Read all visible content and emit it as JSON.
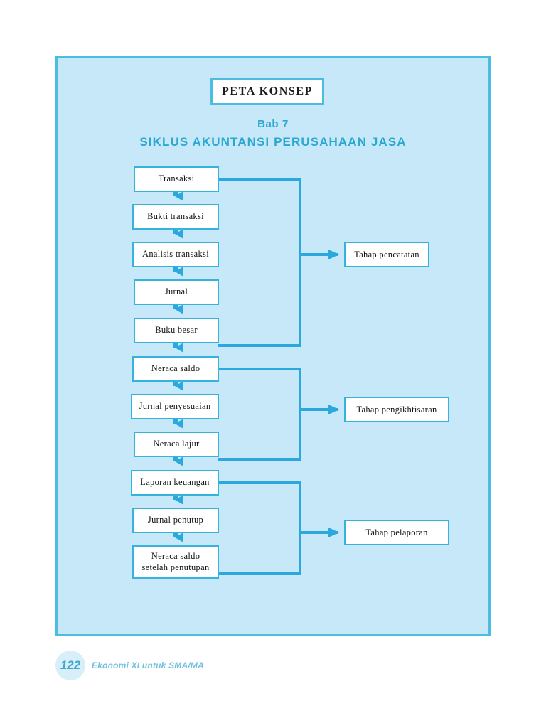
{
  "document": {
    "header_badge": "PETA KONSEP",
    "chapter_label": "Bab 7",
    "chapter_title": "SIKLUS AKUNTANSI PERUSAHAAN JASA"
  },
  "colors": {
    "panel_fill": "#c6e8f8",
    "panel_border": "#4cbde0",
    "accent_text": "#2ba8cf",
    "node_border": "#35b3dd",
    "node_fill": "#ffffff",
    "connector": "#2ba8de",
    "footer_text": "#6fc0dd",
    "pagenum": "#3aa8cf"
  },
  "chart_data": {
    "type": "diagram",
    "title": "SIKLUS AKUNTANSI PERUSAHAAN JASA",
    "subtitle": "Bab 7",
    "orientation": "vertical-flow-with-stage-brackets",
    "nodes": [
      {
        "id": "n1",
        "label": "Transaksi",
        "order": 1,
        "stage": "pencatatan"
      },
      {
        "id": "n2",
        "label": "Bukti transaksi",
        "order": 2,
        "stage": "pencatatan"
      },
      {
        "id": "n3",
        "label": "Analisis transaksi",
        "order": 3,
        "stage": "pencatatan"
      },
      {
        "id": "n4",
        "label": "Jurnal",
        "order": 4,
        "stage": "pencatatan"
      },
      {
        "id": "n5",
        "label": "Buku besar",
        "order": 5,
        "stage": "pencatatan"
      },
      {
        "id": "n6",
        "label": "Neraca saldo",
        "order": 6,
        "stage": "pengikhtisaran"
      },
      {
        "id": "n7",
        "label": "Jurnal penyesuaian",
        "order": 7,
        "stage": "pengikhtisaran"
      },
      {
        "id": "n8",
        "label": "Neraca lajur",
        "order": 8,
        "stage": "pengikhtisaran"
      },
      {
        "id": "n9",
        "label": "Laporan keuangan",
        "order": 9,
        "stage": "pelaporan"
      },
      {
        "id": "n10",
        "label": "Jurnal penutup",
        "order": 10,
        "stage": "pelaporan"
      },
      {
        "id": "n11",
        "label_line1": "Neraca saldo",
        "label_line2": "setelah penutupan",
        "order": 11,
        "stage": "pelaporan"
      }
    ],
    "stages": [
      {
        "id": "s1",
        "label": "Tahap pencatatan",
        "covers": [
          "n1",
          "n2",
          "n3",
          "n4",
          "n5"
        ]
      },
      {
        "id": "s2",
        "label": "Tahap pengikhtisaran",
        "covers": [
          "n6",
          "n7",
          "n8"
        ]
      },
      {
        "id": "s3",
        "label": "Tahap pelaporan",
        "covers": [
          "n9",
          "n10",
          "n11"
        ]
      }
    ],
    "edges": [
      {
        "from": "n1",
        "to": "n2",
        "type": "arrow-down"
      },
      {
        "from": "n2",
        "to": "n3",
        "type": "arrow-down"
      },
      {
        "from": "n3",
        "to": "n4",
        "type": "arrow-down"
      },
      {
        "from": "n4",
        "to": "n5",
        "type": "arrow-down"
      },
      {
        "from": "n5",
        "to": "n6",
        "type": "arrow-down"
      },
      {
        "from": "n6",
        "to": "n7",
        "type": "arrow-down"
      },
      {
        "from": "n7",
        "to": "n8",
        "type": "arrow-down"
      },
      {
        "from": "n8",
        "to": "n9",
        "type": "arrow-down"
      },
      {
        "from": "n9",
        "to": "n10",
        "type": "arrow-down"
      },
      {
        "from": "n10",
        "to": "n11",
        "type": "arrow-down"
      },
      {
        "from": "bracket-s1",
        "to": "s1",
        "type": "arrow-right"
      },
      {
        "from": "bracket-s2",
        "to": "s2",
        "type": "arrow-right"
      },
      {
        "from": "bracket-s3",
        "to": "s3",
        "type": "arrow-right"
      }
    ]
  },
  "footer": {
    "page_number": "122",
    "book_line": "Ekonomi XI untuk SMA/MA"
  }
}
